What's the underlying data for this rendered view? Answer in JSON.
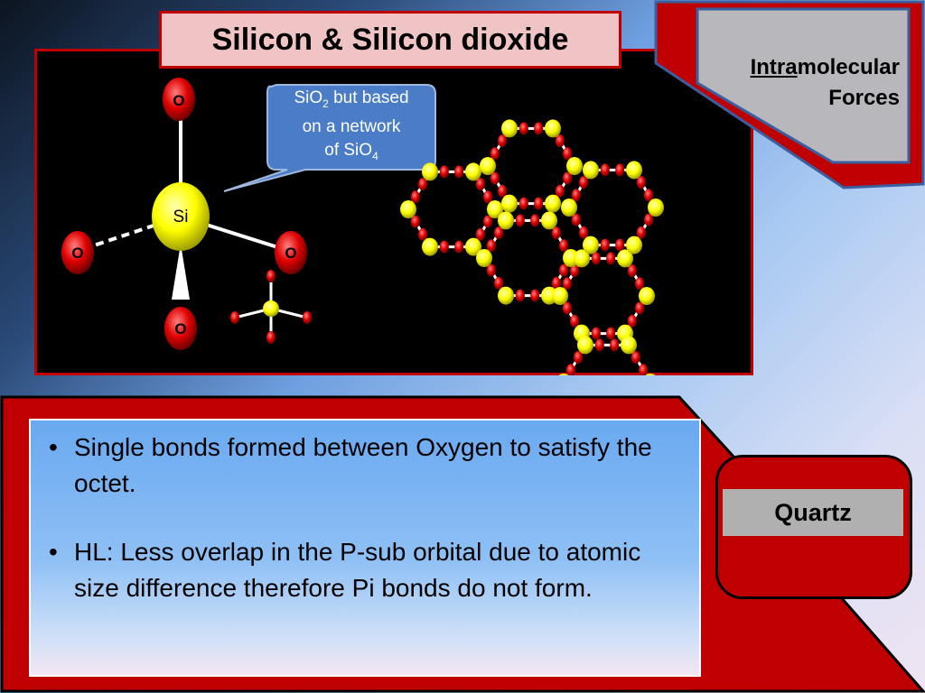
{
  "slide": {
    "title": "Silicon & Silicon dioxide",
    "tab": {
      "underlined": "Intra",
      "rest": "molecular",
      "line2": "Forces"
    },
    "callout": {
      "line1_a": "SiO",
      "line1_sub": "2",
      "line1_b": " but based",
      "line2": "on  a network",
      "line3_a": "of SiO",
      "line3_sub": "4"
    },
    "atoms": {
      "center": "Si",
      "top": "O",
      "left": "O",
      "right": "O",
      "bottom": "O"
    },
    "bullets": [
      {
        "marker": "•",
        "text": "Single bonds formed between Oxygen to satisfy the octet."
      },
      {
        "marker": "•",
        "text": "HL:  Less overlap in the P-sub orbital due to atomic size difference therefore Pi bonds do not form."
      }
    ],
    "side_label": "Quartz"
  },
  "colors": {
    "accent_red": "#c00000",
    "silicon_yellow": "#ffff00",
    "oxygen_red": "#e00000",
    "callout_blue": "#4a7cc7"
  }
}
